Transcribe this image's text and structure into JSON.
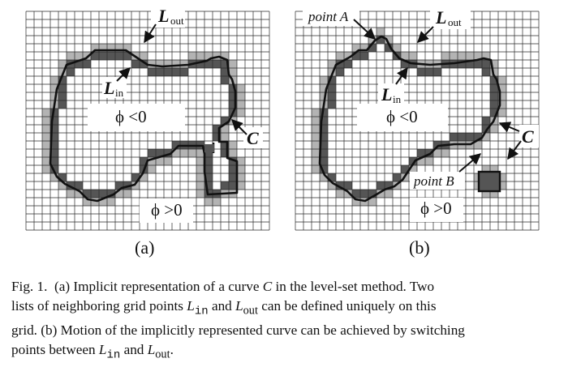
{
  "panels": [
    {
      "id": "a",
      "panel_label": "(a)",
      "labels": {
        "l_out": "L",
        "l_out_sub": "out",
        "l_in": "L",
        "l_in_sub": "in",
        "phi_neg": "ϕ <0",
        "phi_pos": "ϕ >0",
        "curve": "C"
      }
    },
    {
      "id": "b",
      "panel_label": "(b)",
      "labels": {
        "point_a": "point A",
        "l_out": "L",
        "l_out_sub": "out",
        "l_in": "L",
        "l_in_sub": "in",
        "phi_neg": "ϕ <0",
        "phi_pos": "ϕ >0",
        "curve": "C",
        "point_b": "point B"
      }
    }
  ],
  "colors": {
    "dark_band": "#555555",
    "light_band": "#b3b3b3",
    "curve": "#111111",
    "grid": "#2a2a2a"
  },
  "caption": {
    "fig_label": "Fig. 1.",
    "s1a": "(a) Implicit representation of a curve",
    "s1_var": "C",
    "s1b": "in the level-set method. Two",
    "s2a": "lists of neighboring grid points",
    "s2_l1": "L",
    "s2_l1_sub": "in",
    "s2_and": "and",
    "s2_l2": "L",
    "s2_l2_sub": "out",
    "s2b": "can be defined uniquely on this",
    "s3": "grid. (b) Motion of the implicitly represented curve can be achieved by switching",
    "s4a": "points between",
    "s4_l1": "L",
    "s4_l1_sub": "in",
    "s4_and": "and",
    "s4_l2": "L",
    "s4_l2_sub": "out",
    "s4_end": "."
  }
}
